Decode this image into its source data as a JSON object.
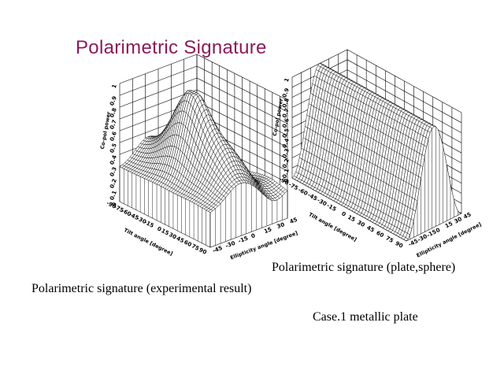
{
  "title": "Polarimetric Signature",
  "captions": {
    "left": "Polarimetric signature (experimental result)",
    "right": "Polarimetric signature (plate,sphere)",
    "case": "Case.1 metallic plate"
  },
  "colors": {
    "title": "#8b1a5a",
    "mesh": "#000000",
    "grid": "#000000",
    "background": "#ffffff"
  },
  "chart_data": [
    {
      "type": "surface",
      "id": "experimental",
      "title": "",
      "xlabel": "Tilt angle [degree]",
      "ylabel": "Ellipticity angle [degree]",
      "zlabel": "Co-pol power",
      "x_ticks": [
        -90,
        -75,
        -60,
        -45,
        -30,
        -15,
        0,
        15,
        30,
        45,
        60,
        75,
        90
      ],
      "y_ticks": [
        -45,
        -30,
        -15,
        0,
        15,
        30,
        45
      ],
      "z_ticks": [
        0,
        0.1,
        0.2,
        0.3,
        0.4,
        0.5,
        0.6,
        0.7,
        0.8,
        0.9,
        1
      ],
      "xlim": [
        -90,
        90
      ],
      "ylim": [
        -45,
        45
      ],
      "zlim": [
        0,
        1
      ],
      "surface": "experimental",
      "samples_x": [
        -90,
        -45,
        0,
        45,
        90
      ],
      "samples_y": [
        -45,
        -22.5,
        0,
        22.5,
        45
      ],
      "samples_z": [
        [
          0.26,
          0.35,
          0.5,
          0.48,
          0.35
        ],
        [
          0.36,
          0.62,
          0.88,
          0.72,
          0.42
        ],
        [
          0.3,
          0.6,
          0.96,
          0.68,
          0.36
        ],
        [
          0.3,
          0.46,
          0.42,
          0.45,
          0.32
        ],
        [
          0.35,
          0.33,
          0.28,
          0.34,
          0.37
        ]
      ]
    },
    {
      "type": "surface",
      "id": "theory",
      "title": "",
      "xlabel": "Tilt angle [degree]",
      "ylabel": "Ellipticity angle [degree]",
      "zlabel": "Co-pol power",
      "x_ticks": [
        -90,
        -75,
        -60,
        -45,
        -30,
        -15,
        0,
        15,
        30,
        45,
        60,
        75,
        90
      ],
      "y_ticks": [
        -45,
        -30,
        -15,
        0,
        15,
        30,
        45
      ],
      "z_ticks": [
        0,
        0.1,
        0.2,
        0.3,
        0.4,
        0.5,
        0.6,
        0.7,
        0.8,
        0.9,
        1
      ],
      "xlim": [
        -90,
        90
      ],
      "ylim": [
        -45,
        45
      ],
      "zlim": [
        0,
        1
      ],
      "surface": "plate",
      "samples_x": [
        -90,
        -45,
        0,
        45,
        90
      ],
      "samples_y": [
        -45,
        -22.5,
        0,
        22.5,
        45
      ],
      "samples_z": [
        [
          0,
          0,
          0,
          0,
          0
        ],
        [
          0.5,
          0.5,
          0.5,
          0.5,
          0.5
        ],
        [
          1,
          1,
          1,
          1,
          1
        ],
        [
          0.5,
          0.5,
          0.5,
          0.5,
          0.5
        ],
        [
          0,
          0,
          0,
          0,
          0
        ]
      ]
    }
  ]
}
